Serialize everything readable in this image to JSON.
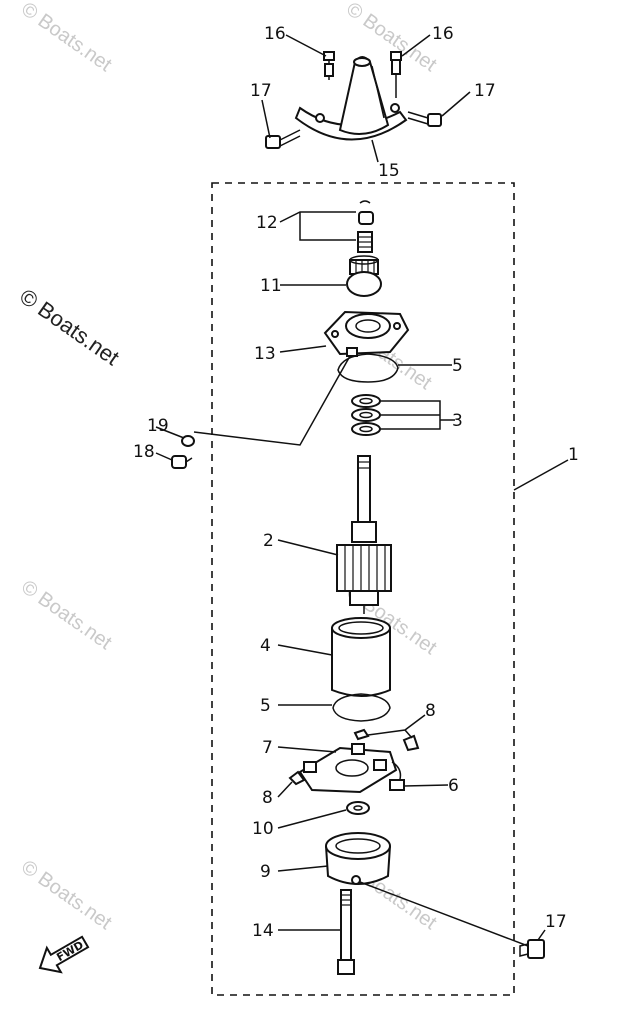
{
  "watermarks": {
    "copyright": "© Boats.net",
    "faint": "© Boats.net"
  },
  "callouts": {
    "c1": "1",
    "c2": "2",
    "c3": "3",
    "c4": "4",
    "c5a": "5",
    "c5b": "5",
    "c6": "6",
    "c7": "7",
    "c8a": "8",
    "c8b": "8",
    "c9": "9",
    "c10": "10",
    "c11": "11",
    "c12": "12",
    "c13": "13",
    "c14": "14",
    "c15": "15",
    "c16a": "16",
    "c16b": "16",
    "c17a": "17",
    "c17b": "17",
    "c17c": "17",
    "c18": "18",
    "c19": "19"
  },
  "direction_arrow": {
    "label": "FWD"
  }
}
